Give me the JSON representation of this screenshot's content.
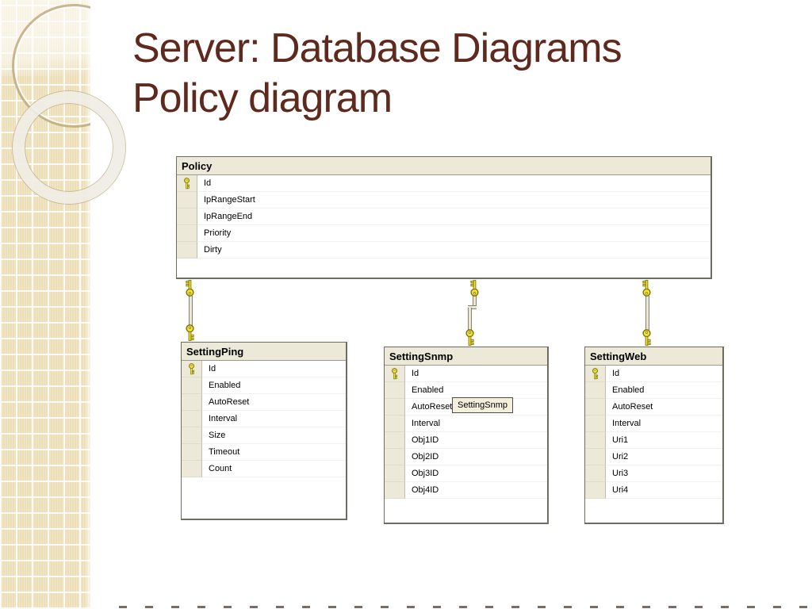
{
  "slide": {
    "title_line1": "Server: Database Diagrams",
    "title_line2": "Policy diagram"
  },
  "diagram": {
    "tooltip_text": "SettingSnmp",
    "tables": {
      "policy": {
        "title": "Policy",
        "fields": [
          {
            "name": "Id",
            "pk": true
          },
          {
            "name": "IpRangeStart",
            "pk": false
          },
          {
            "name": "IpRangeEnd",
            "pk": false
          },
          {
            "name": "Priority",
            "pk": false
          },
          {
            "name": "Dirty",
            "pk": false
          }
        ]
      },
      "settingping": {
        "title": "SettingPing",
        "fields": [
          {
            "name": "Id",
            "pk": true
          },
          {
            "name": "Enabled",
            "pk": false
          },
          {
            "name": "AutoReset",
            "pk": false
          },
          {
            "name": "Interval",
            "pk": false
          },
          {
            "name": "Size",
            "pk": false
          },
          {
            "name": "Timeout",
            "pk": false
          },
          {
            "name": "Count",
            "pk": false
          }
        ]
      },
      "settingsnmp": {
        "title": "SettingSnmp",
        "fields": [
          {
            "name": "Id",
            "pk": true
          },
          {
            "name": "Enabled",
            "pk": false
          },
          {
            "name": "AutoReset",
            "pk": false
          },
          {
            "name": "Interval",
            "pk": false
          },
          {
            "name": "Obj1ID",
            "pk": false
          },
          {
            "name": "Obj2ID",
            "pk": false
          },
          {
            "name": "Obj3ID",
            "pk": false
          },
          {
            "name": "Obj4ID",
            "pk": false
          }
        ]
      },
      "settingweb": {
        "title": "SettingWeb",
        "fields": [
          {
            "name": "Id",
            "pk": true
          },
          {
            "name": "Enabled",
            "pk": false
          },
          {
            "name": "AutoReset",
            "pk": false
          },
          {
            "name": "Interval",
            "pk": false
          },
          {
            "name": "Uri1",
            "pk": false
          },
          {
            "name": "Uri2",
            "pk": false
          },
          {
            "name": "Uri3",
            "pk": false
          },
          {
            "name": "Uri4",
            "pk": false
          }
        ]
      }
    },
    "relationships": [
      {
        "from": "Policy",
        "to": "SettingPing",
        "type": "one-to-one"
      },
      {
        "from": "Policy",
        "to": "SettingSnmp",
        "type": "one-to-one"
      },
      {
        "from": "Policy",
        "to": "SettingWeb",
        "type": "one-to-one"
      }
    ]
  },
  "colors": {
    "title_text": "#5f2a1e",
    "strip_base": "#ecdfb8",
    "table_header_bg": "#ece9d8",
    "table_border": "#6f6d62",
    "key_yellow": "#f2e23c",
    "key_outline": "#7c7100",
    "tooltip_bg": "#f3efda"
  }
}
